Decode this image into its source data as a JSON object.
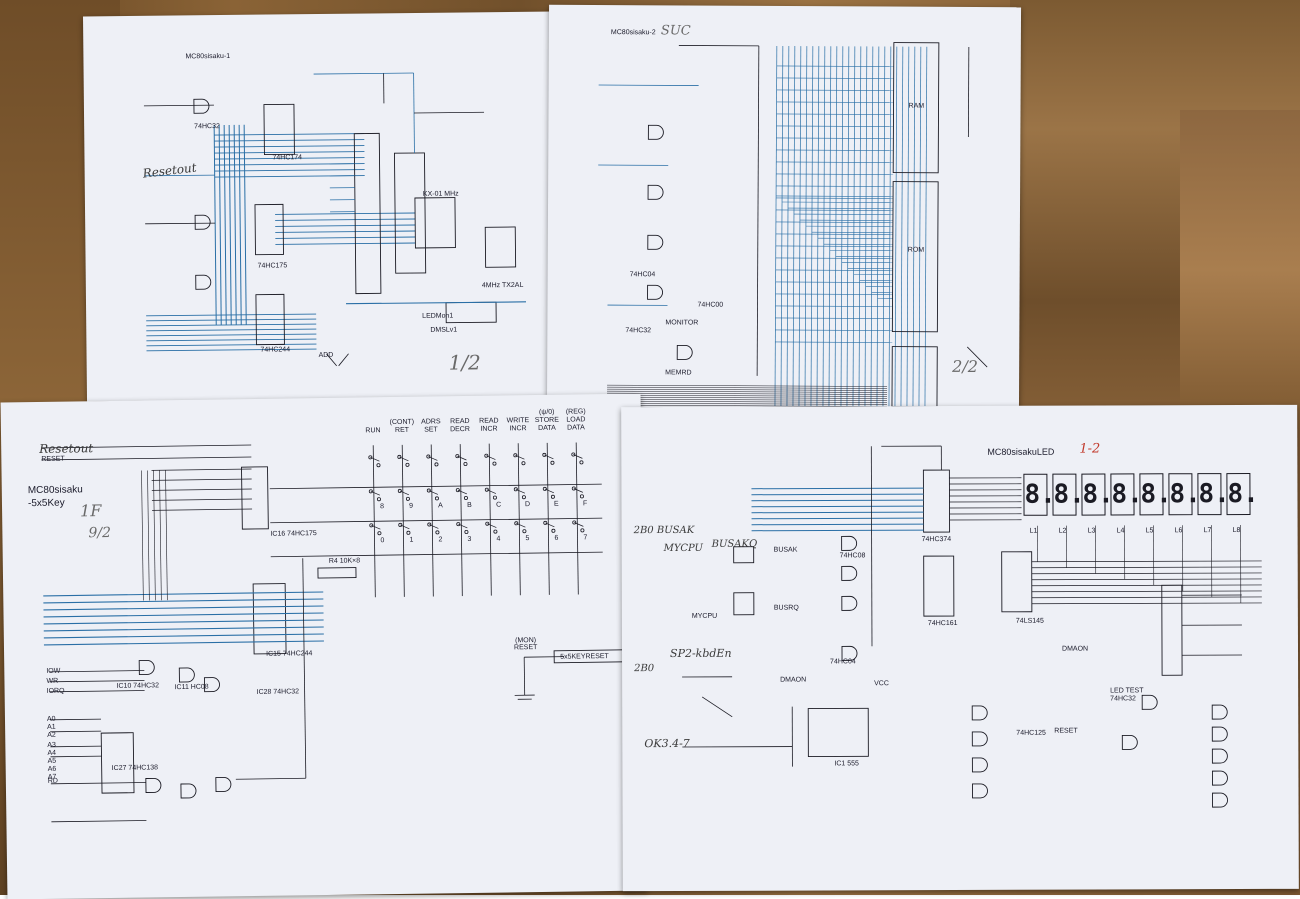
{
  "sheets": {
    "top_left": {
      "title": "MC80sisaku-1",
      "handwriting": [
        "Resetout",
        "1/2"
      ],
      "labels": [
        "74HC32",
        "74HC174",
        "74HC175",
        "74HC244",
        "KX-01 MHz",
        "4MHz TX2AL",
        "LEDMon1",
        "DMSLv1",
        "ADD"
      ]
    },
    "top_right": {
      "title": "MC80sisaku-2",
      "handwriting": [
        "SUC",
        "2/2"
      ],
      "labels": [
        "MONITOR",
        "MEMRD",
        "74HC32",
        "74HC04",
        "74HC00",
        "RAM",
        "ROM"
      ]
    },
    "bottom_left": {
      "title": "MC80sisaku",
      "subtitle": "-5x5Key",
      "handwriting": [
        "Resetout",
        "1F",
        "9/2"
      ],
      "key_headers": [
        {
          "top": "",
          "mid": "",
          "bottom": "RUN"
        },
        {
          "top": "",
          "mid": "(CONT)",
          "bottom": "RET"
        },
        {
          "top": "",
          "mid": "ADRS",
          "bottom": "SET"
        },
        {
          "top": "",
          "mid": "READ",
          "bottom": "DECR"
        },
        {
          "top": "",
          "mid": "READ",
          "bottom": "INCR"
        },
        {
          "top": "",
          "mid": "WRITE",
          "bottom": "INCR"
        },
        {
          "top": "(ψ/0)",
          "mid": "STORE",
          "bottom": "DATA"
        },
        {
          "top": "(REG)",
          "mid": "LOAD",
          "bottom": "DATA"
        }
      ],
      "key_grid": [
        [
          "",
          "",
          "",
          "",
          "",
          "",
          "",
          ""
        ],
        [
          "8",
          "9",
          "A",
          "B",
          "C",
          "D",
          "E",
          "F"
        ],
        [
          "0",
          "1",
          "2",
          "3",
          "4",
          "5",
          "6",
          "7"
        ]
      ],
      "chips": [
        "IC16 74HC175",
        "IC15 74HC244",
        "IC27 74HC138",
        "IC10 74HC32",
        "IC11 HC08",
        "IC28 74HC32",
        "R4 10K×8"
      ],
      "signals": [
        "RESET",
        "IOW",
        "WR",
        "IORQ",
        "RD",
        "A0",
        "A1",
        "A2",
        "A3",
        "A4",
        "A5",
        "A6",
        "A7"
      ],
      "reset_label": "(MON)\nRESET",
      "reset_bus": "5x5KEYRESET"
    },
    "bottom_right": {
      "title": "MC80sisakuLED",
      "handwriting": [
        "1-2",
        "2B0 BUSAK",
        "MYCPU",
        "BUSAKQ",
        "SP2-kbdEn",
        "2B0",
        "OK3.4-7"
      ],
      "digits": [
        "8.",
        "8.",
        "8.",
        "8.",
        "8.",
        "8.",
        "8.",
        "8."
      ],
      "digit_labels": [
        "L1",
        "L2",
        "L3",
        "L4",
        "L5",
        "L6",
        "L7",
        "L8"
      ],
      "chips": [
        "74HC374",
        "74HC161",
        "74LS145",
        "IC1 555",
        "74HC08",
        "74HC04",
        "74HC125",
        "74HC32"
      ],
      "labels": [
        "BUSRQ",
        "BUSAK",
        "MYCPU",
        "DMAON",
        "VCC",
        "RESET",
        "DMAON",
        "LED TEST"
      ]
    }
  },
  "colors": {
    "paper": "#eef0f6",
    "wire_blue": "#2a6fa6",
    "wire_black": "#1b1b24",
    "table_wood": "#7a5631",
    "ink_red": "#c23a2c",
    "ink_orange": "#d6612b"
  }
}
